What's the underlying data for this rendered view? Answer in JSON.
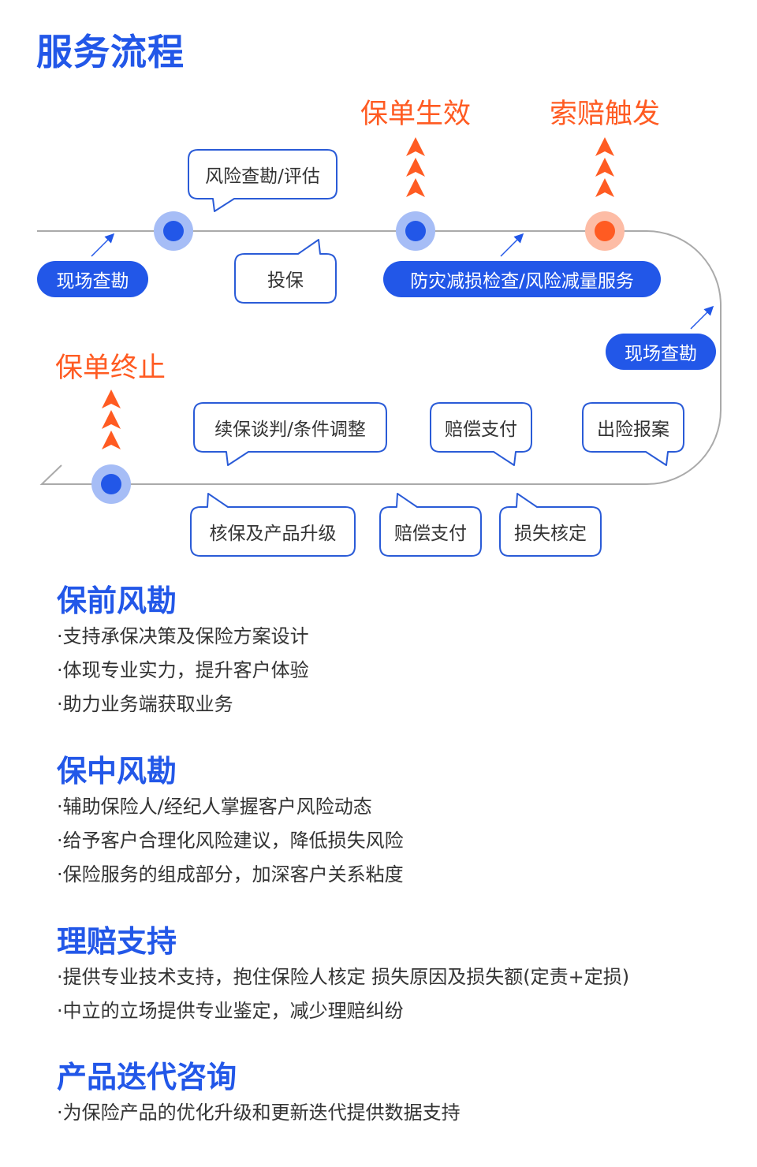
{
  "title": "服务流程",
  "colors": {
    "primary": "#2257e8",
    "accent": "#ff5b22",
    "line": "#aaaaaa"
  },
  "milestones": {
    "effective": "保单生效",
    "claim_trigger": "索赔触发",
    "termination": "保单终止"
  },
  "pills": {
    "site_survey_1": "现场查勘",
    "loss_prevention": "防灾减损检查/风险减量服务",
    "site_survey_2": "现场查勘"
  },
  "bubbles": {
    "risk_survey": "风险查勘/评估",
    "insure": "投保",
    "renewal": "续保谈判/条件调整",
    "payout_top": "赔偿支付",
    "report": "出险报案",
    "underwriting": "核保及产品升级",
    "payout_bottom": "赔偿支付",
    "loss_assessment": "损失核定"
  },
  "sections": [
    {
      "heading": "保前风勘",
      "items": [
        "·支持承保决策及保险方案设计",
        "·体现专业实力，提升客户体验",
        "·助力业务端获取业务"
      ]
    },
    {
      "heading": "保中风勘",
      "items": [
        "·辅助保险人/经纪人掌握客户风险动态",
        "·给予客户合理化风险建议，降低损失风险",
        "·保险服务的组成部分，加深客户关系粘度"
      ]
    },
    {
      "heading": "理赔支持",
      "items": [
        "·提供专业技术支持，抱住保险人核定 损失原因及损失额(定责+定损)",
        "·中立的立场提供专业鉴定，减少理赔纠纷"
      ]
    },
    {
      "heading": "产品迭代咨询",
      "items": [
        "·为保险产品的优化升级和更新迭代提供数据支持"
      ]
    }
  ]
}
